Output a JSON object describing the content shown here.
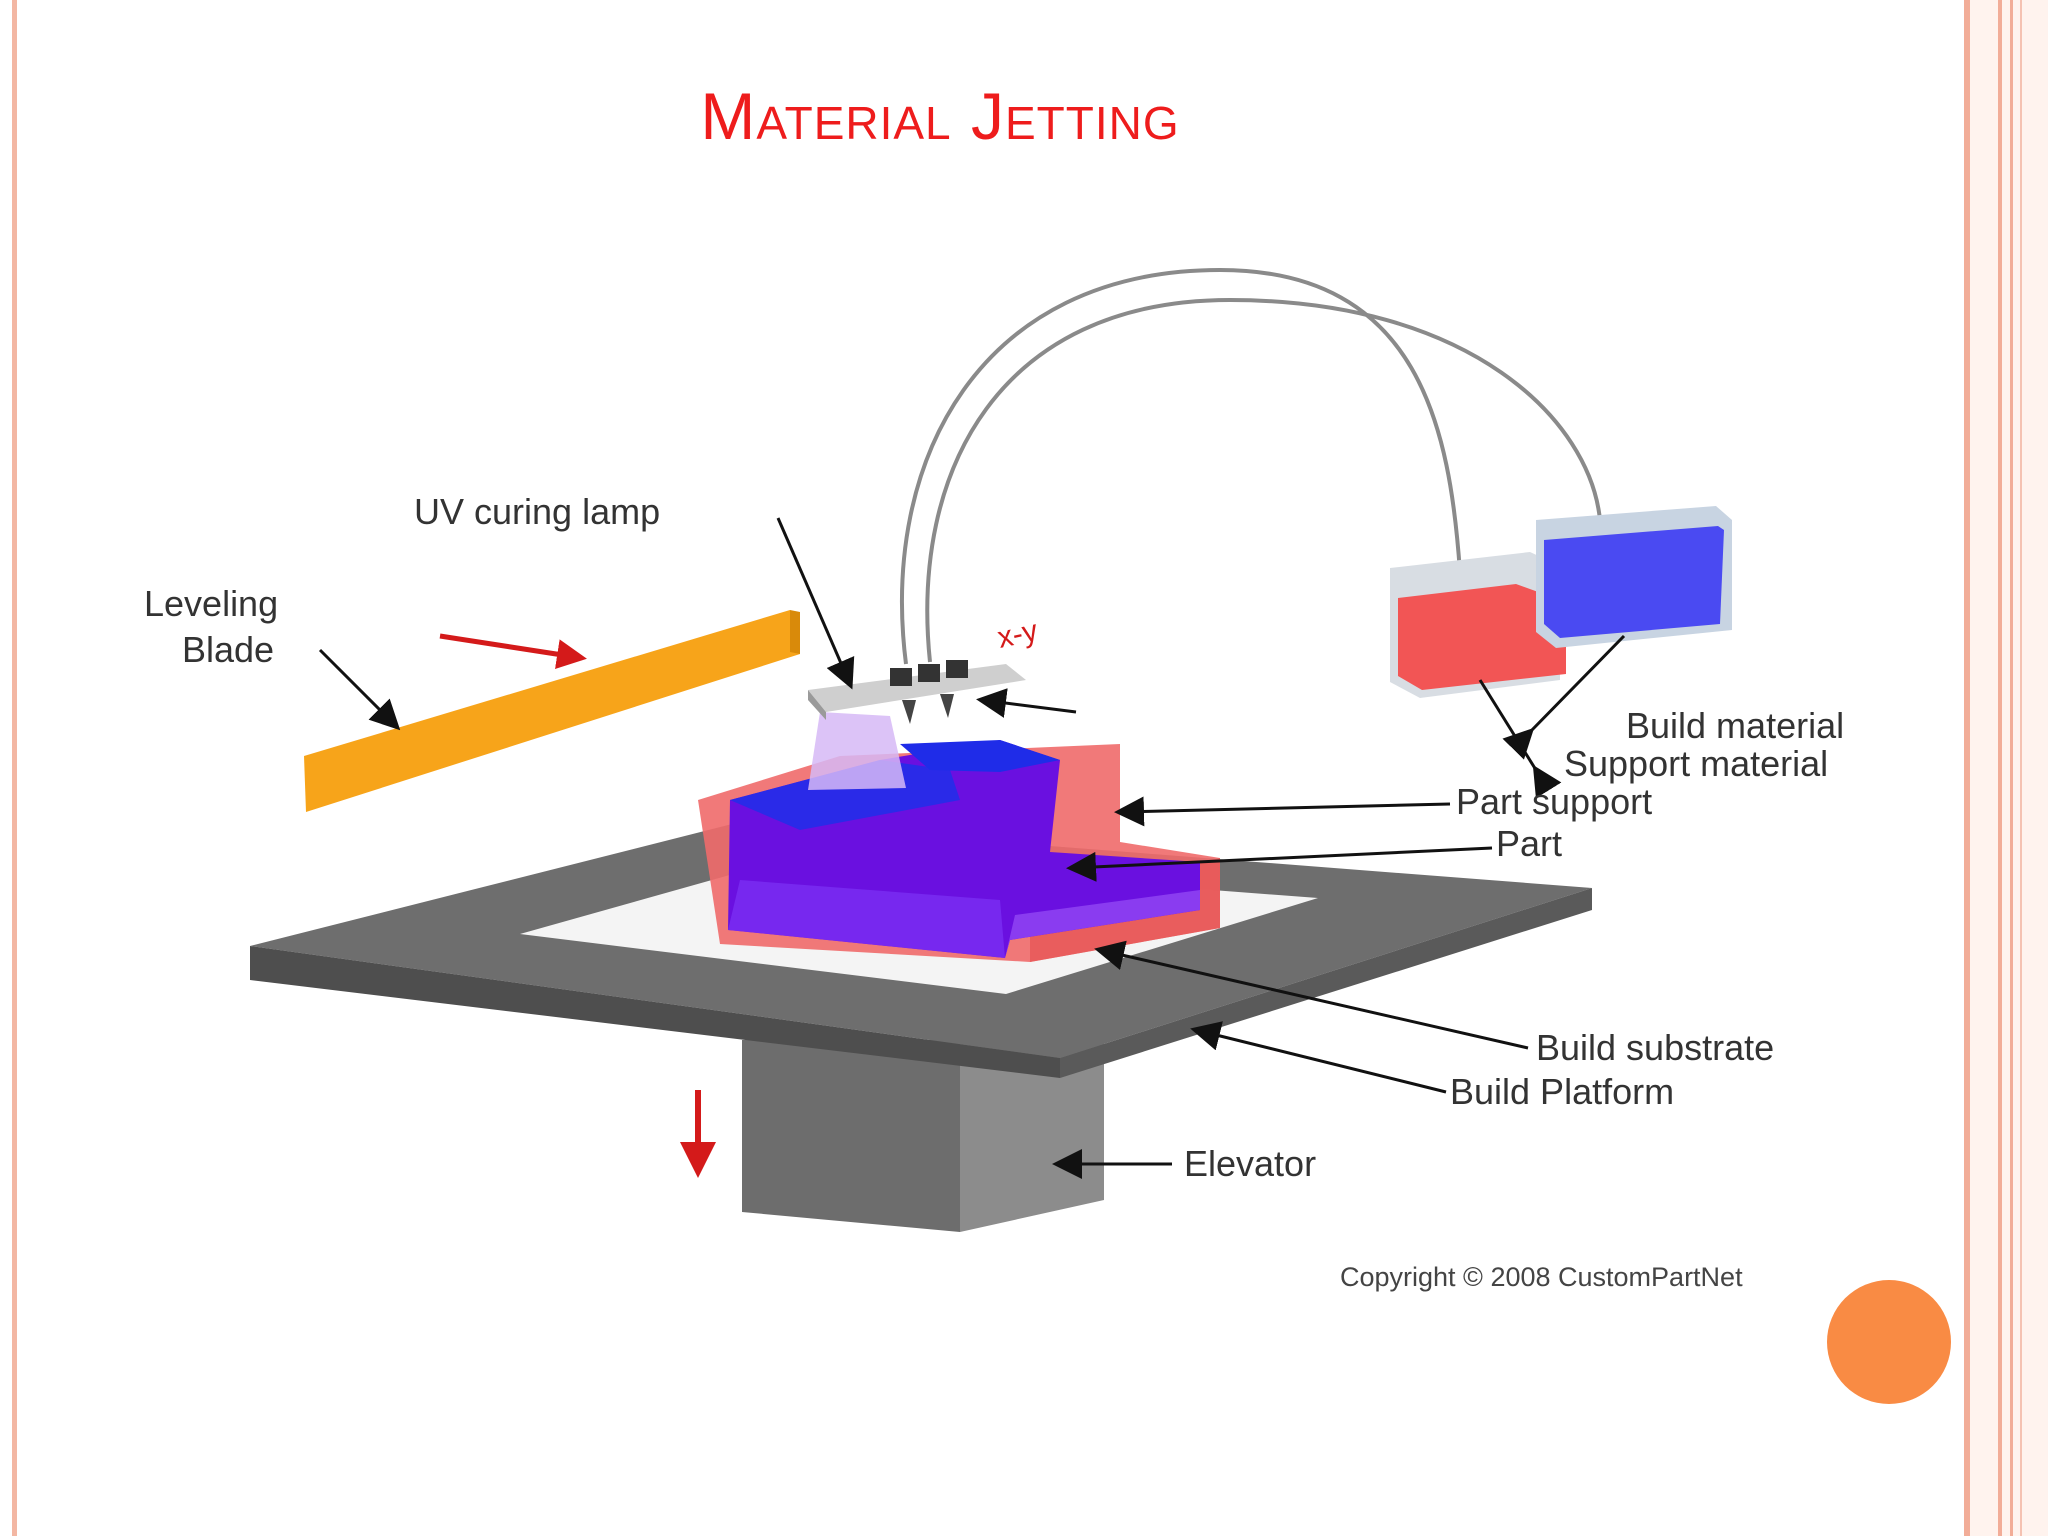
{
  "slide": {
    "title": "Material Jetting"
  },
  "diagram": {
    "labels": {
      "uv_curing_lamp": "UV curing lamp",
      "leveling_blade_line1": "Leveling",
      "leveling_blade_line2": "Blade",
      "build_material": "Build material",
      "support_material": "Support material",
      "part_support": "Part support",
      "part": "Part",
      "build_substrate": "Build substrate",
      "build_platform": "Build Platform",
      "elevator": "Elevator",
      "xy_axis": "x-y"
    },
    "copyright": "Copyright © 2008 CustomPartNet"
  },
  "colors": {
    "title": "#ee1c1c",
    "blade": "#f7a41a",
    "part": "#6a10e0",
    "support": "#f06a6a",
    "platform": "#727272",
    "build_tank": "#4a4af2",
    "support_tank": "#f25555",
    "arrow_red": "#d41a1a",
    "accent_dot": "#f98b44"
  }
}
